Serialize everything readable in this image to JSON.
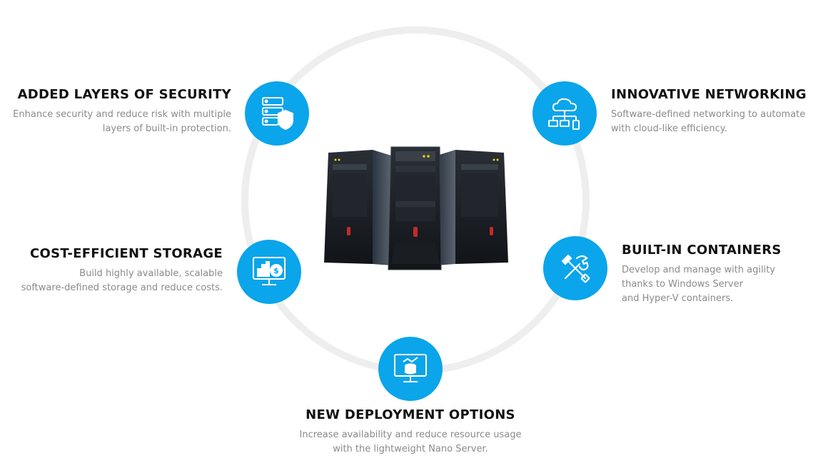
{
  "features": {
    "security": {
      "title": "ADDED LAYERS OF SECURITY",
      "line1": "Enhance security and reduce risk with multiple",
      "line2": "layers of built-in protection.",
      "icon": "server-shield-icon"
    },
    "networking": {
      "title": "INNOVATIVE NETWORKING",
      "line1": "Software-defined networking to automate",
      "line2": "with cloud-like efficiency.",
      "icon": "cloud-network-icon"
    },
    "storage": {
      "title": "COST-EFFICIENT STORAGE",
      "line1": "Build highly available, scalable",
      "line2": "software-defined storage and reduce costs.",
      "icon": "monitor-chart-dollar-icon"
    },
    "containers": {
      "title": "BUILT-IN CONTAINERS",
      "line1": "Develop and manage with agility",
      "line2": "thanks to Windows Server",
      "line3": "and Hyper-V containers.",
      "icon": "tools-icon"
    },
    "deployment": {
      "title": "NEW DEPLOYMENT OPTIONS",
      "line1": "Increase availability and reduce resource usage",
      "line2": "with the lightweight Nano Server.",
      "icon": "monitor-database-icon"
    }
  },
  "colors": {
    "accent": "#0aa5ea",
    "ring": "#eeeeee",
    "heading": "#111111",
    "body": "#8a8a8a"
  }
}
